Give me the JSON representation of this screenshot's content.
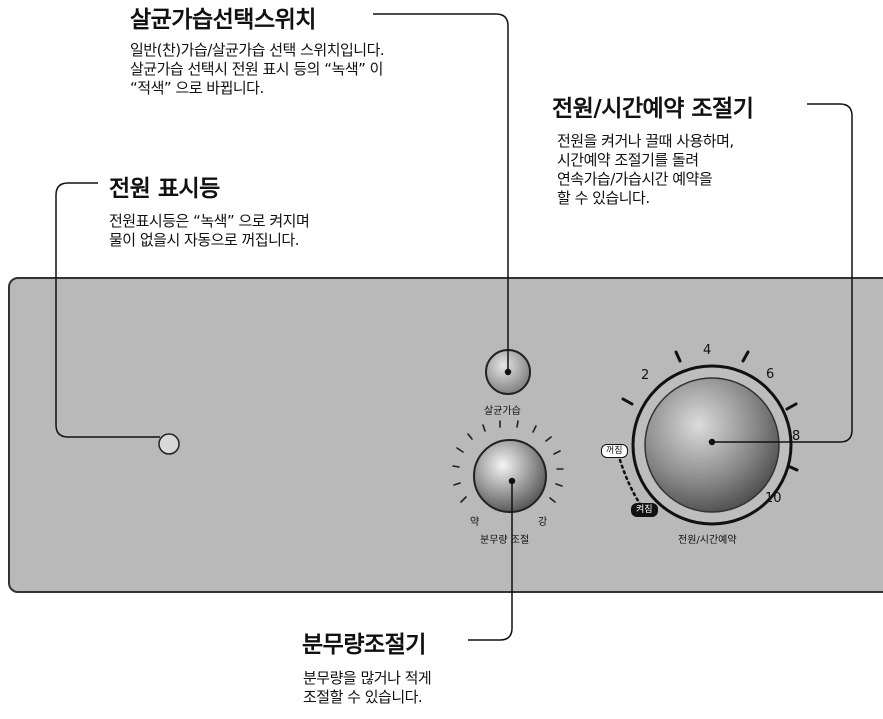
{
  "callouts": {
    "sterilize_switch": {
      "title": "살균가습선택스위치",
      "desc": "일반(찬)가습/살균가습 선택 스위치입니다.\n살균가습 선택시 전원  표시 등의 “녹색” 이\n“적색” 으로 바뀝니다."
    },
    "power_timer": {
      "title": "전원/시간예약 조절기",
      "desc": "전원을 켜거나 끌때 사용하며,\n시간예약 조절기를 돌려\n연속가습/가습시간 예약을\n할 수 있습니다."
    },
    "power_lamp": {
      "title": "전원 표시등",
      "desc": "전원표시등은 “녹색” 으로 켜지며\n물이 없을시 자동으로 꺼집니다."
    },
    "mist_control": {
      "title": "분무량조절기",
      "desc": "분무량을 많거나 적게\n조절할 수 있습니다."
    }
  },
  "panel": {
    "sterilize_button_label": "살균가습",
    "mist_knob": {
      "label": "분무량 조절",
      "low": "약",
      "high": "강"
    },
    "timer_knob": {
      "label": "전원/시간예약",
      "numbers": [
        "2",
        "4",
        "6",
        "8",
        "10"
      ],
      "off": "꺼짐",
      "on": "켜짐"
    }
  }
}
